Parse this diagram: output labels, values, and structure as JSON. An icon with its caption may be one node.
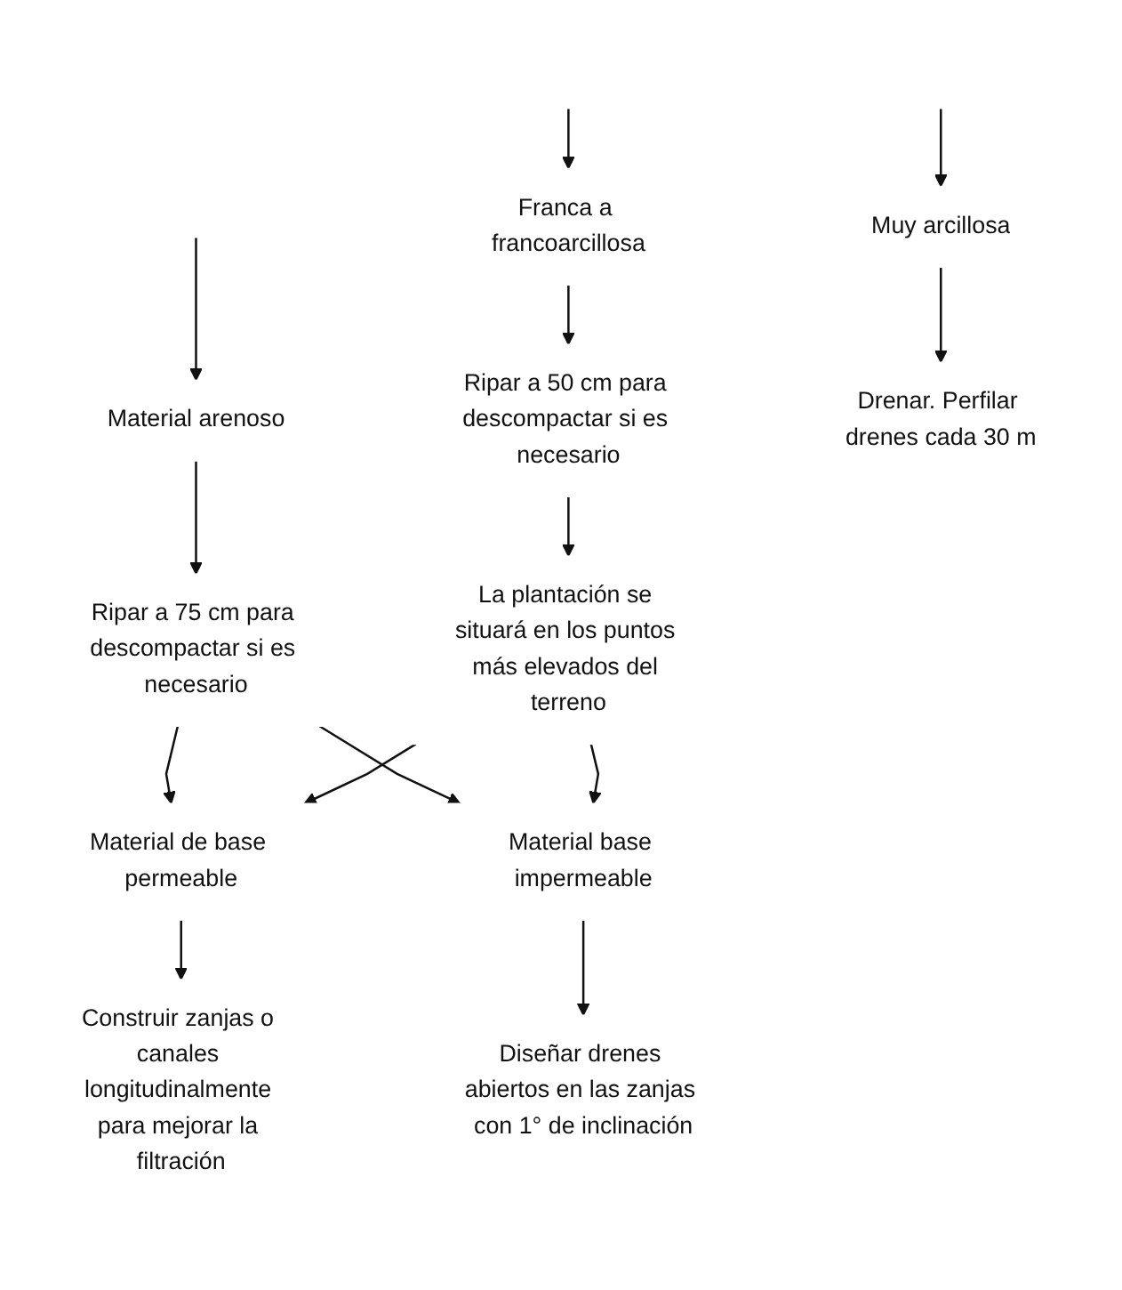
{
  "diagram": {
    "nodes": [
      {
        "text": [
          "Material arenoso"
        ]
      },
      {
        "text": [
          "Franca a francoarcillosa"
        ]
      },
      {
        "text": [
          "Muy arcillosa"
        ]
      },
      {
        "text": [
          "Ripar a 75 cm para descompactar si es necesario"
        ]
      },
      {
        "text": [
          "Ripar a 50 cm para descompactar si es necesario"
        ]
      },
      {
        "text": [
          "Drenar. Perfilar drenes cada 30 m"
        ]
      },
      {
        "text": [
          "La plantación se situará en los puntos más elevados del terreno"
        ]
      },
      {
        "text": [
          "Material de base permeable"
        ]
      },
      {
        "text": [
          "Material base impermeable"
        ]
      },
      {
        "text": [
          "Construir zanjas o canales longitudinalmente para mejorar la filtración"
        ]
      },
      {
        "text": [
          "Diseñar drenes abiertos en las zanjas con 1° de inclinación"
        ]
      }
    ],
    "edges": [
      {
        "from": null,
        "to": 0,
        "arrow": "to"
      },
      {
        "from": null,
        "to": 1,
        "arrow": "to"
      },
      {
        "from": null,
        "to": 2,
        "arrow": "to"
      },
      {
        "from": 0,
        "to": 3,
        "arrow": "to"
      },
      {
        "from": 1,
        "to": 4,
        "arrow": "to"
      },
      {
        "from": 2,
        "to": 5,
        "arrow": "to"
      },
      {
        "from": 4,
        "to": 6,
        "arrow": "to"
      },
      {
        "from": 3,
        "to": 7,
        "arrow": "to"
      },
      {
        "from": 3,
        "to": 8,
        "arrow": "to"
      },
      {
        "from": 6,
        "to": 7,
        "arrow": "to"
      },
      {
        "from": 6,
        "to": 8,
        "arrow": "to"
      },
      {
        "from": 7,
        "to": 9,
        "arrow": "to"
      },
      {
        "from": 8,
        "to": 10,
        "arrow": "to"
      }
    ]
  }
}
